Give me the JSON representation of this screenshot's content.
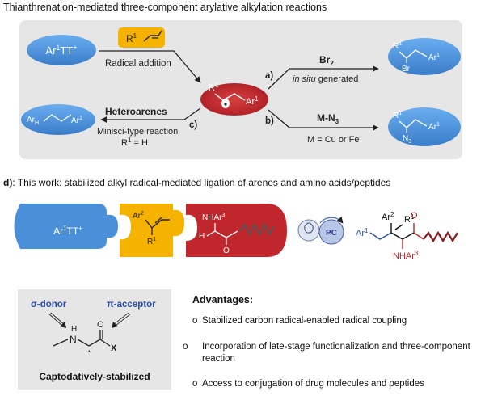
{
  "header": {
    "title": "Thianthrenation-mediated three-component arylative alkylation reactions"
  },
  "scheme_top": {
    "reagent_left": "Ar",
    "reagent_left_sup": "1",
    "reagent_left_tail": "TT",
    "reagent_left_charge": "+",
    "alkene_label": "R",
    "alkene_sup": "1",
    "radical_addition": "Radical addition",
    "center_r": "R",
    "center_r_sup": "1",
    "center_ar": "Ar",
    "center_ar_sup": "1",
    "path_a_letter": "a)",
    "path_a_reagent": "Br",
    "path_a_reagent_sub": "2",
    "path_a_note_italic": "in situ",
    "path_a_note_rest": " generated",
    "path_b_letter": "b)",
    "path_b_reagent": "M-N",
    "path_b_reagent_sub": "3",
    "path_b_note": "M = Cu or Fe",
    "path_c_letter": "c)",
    "path_c_reagent": "Heteroarenes",
    "path_c_note1": "Minisci-type reaction",
    "path_c_note2": "R",
    "path_c_note2_sup": "1",
    "path_c_note2_tail": " = H",
    "product_a_r": "R",
    "product_a_br": "Br",
    "product_a_ar": "Ar",
    "product_b_n": "N",
    "product_b_n_sub": "3",
    "product_c_arh": "Ar",
    "product_c_arh_sub": "H",
    "product_c_ar": "Ar",
    "superscript_1": "1"
  },
  "section_d": {
    "label": "d)",
    "text": ": This work: stabilized alkyl radical-mediated ligation of arenes and amino acids/peptides",
    "piece1": "Ar",
    "piece1_sup": "1",
    "piece1_tail": "TT",
    "piece1_charge": "+",
    "piece2_ar": "Ar",
    "piece2_ar_sup": "2",
    "piece2_r": "R",
    "piece2_r_sup": "1",
    "piece3_nh": "NHAr",
    "piece3_nh_sup": "3",
    "piece3_h": "H",
    "piece3_o": "O",
    "catalyst": "PC",
    "product_ar1": "Ar",
    "product_ar2": "Ar",
    "product_r1": "R",
    "product_o": "O",
    "product_nh": "NHAr",
    "sup1": "1",
    "sup2": "2",
    "sup3": "3"
  },
  "captodative": {
    "donor": "σ-donor",
    "acceptor": "π-acceptor",
    "atom_n": "N",
    "atom_h": "H",
    "atom_o": "O",
    "atom_x": "X",
    "radical_dot": "·",
    "caption": "Captodatively-stabilized"
  },
  "advantages": {
    "title": "Advantages:",
    "bullet": "o",
    "items": [
      "Stabilized carbon radical-enabled radical coupling",
      "Incorporation of late-stage functionalization and three-component reaction",
      "Access to conjugation of drug molecules and peptides"
    ]
  },
  "colors": {
    "panel_gray": "#e6e6e6",
    "blue": "#4a90d9",
    "red": "#c0272d",
    "yellow": "#f5b300",
    "text_blue": "#2b4fa6",
    "dark_red": "#8b1a1a"
  }
}
